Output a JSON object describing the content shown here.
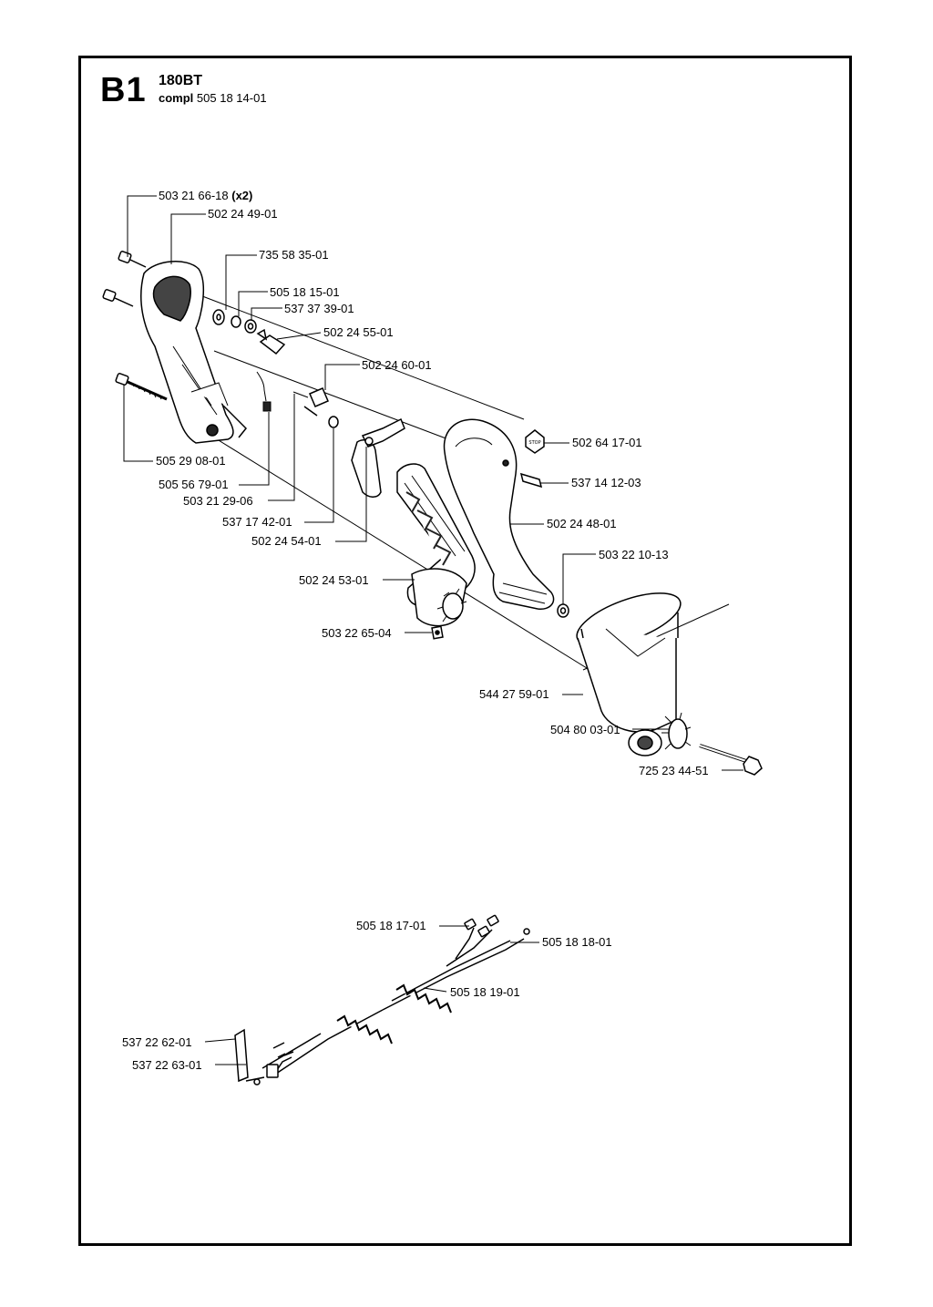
{
  "header": {
    "section_id": "B1",
    "model": "180BT",
    "compl_label": "compl",
    "compl_number": "505 18 14-01"
  },
  "parts": {
    "p1": "503 21 66-18",
    "p1_qty": "(x2)",
    "p2": "502 24 49-01",
    "p3": "735 58 35-01",
    "p4": "505 18 15-01",
    "p5": "537 37 39-01",
    "p6": "502 24 55-01",
    "p7": "502 24 60-01",
    "p8": "502 64 17-01",
    "p9": "537 14 12-03",
    "p10": "505 29 08-01",
    "p11": "505 56 79-01",
    "p12": "503 21 29-06",
    "p13": "537 17 42-01",
    "p14": "502 24 54-01",
    "p15": "502 24 48-01",
    "p16": "503 22 10-13",
    "p17": "502 24 53-01",
    "p18": "503 22 65-04",
    "p19": "544 27 59-01",
    "p20": "504 80 03-01",
    "p21": "725 23 44-51",
    "p22": "505 18 17-01",
    "p23": "505 18 18-01",
    "p24": "505 18 19-01",
    "p25": "537 22 62-01",
    "p26": "537 22 63-01"
  },
  "stop_text": "STOP"
}
